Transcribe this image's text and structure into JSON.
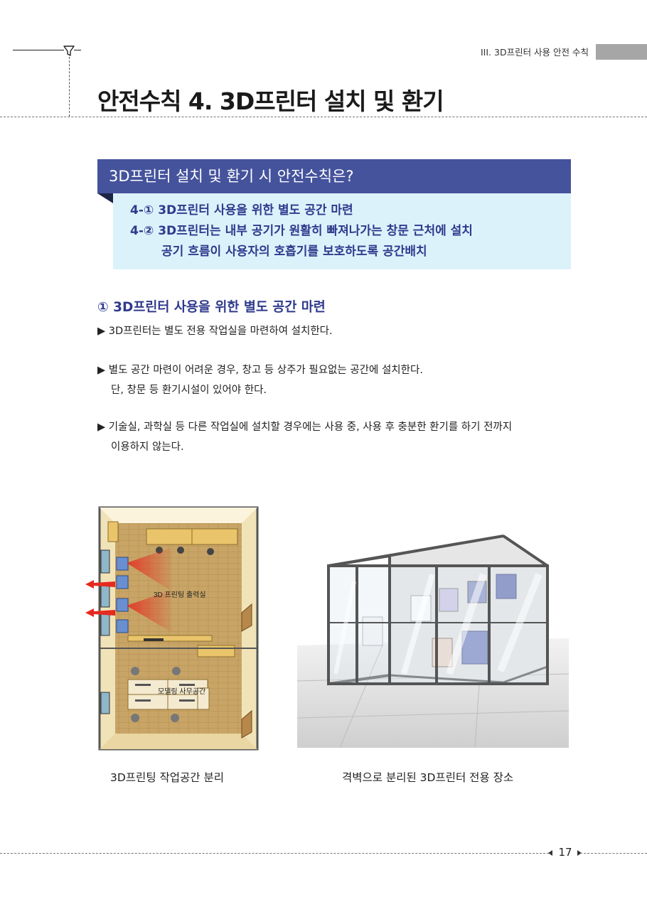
{
  "header": {
    "section_label": "III. 3D프린터 사용 안전 수칙",
    "page_title": "안전수칙 4. 3D프린터 설치 및 환기",
    "icon": "funnel-icon"
  },
  "summary_box": {
    "heading": "3D프린터 설치 및 환기 시 안전수칙은?",
    "lines": [
      "4-① 3D프린터 사용을 위한 별도 공간 마련",
      "4-② 3D프린터는 내부 공기가 원활히 빠져나가는 창문 근처에 설치",
      "공기 흐름이 사용자의 호흡기를 보호하도록 공간배치"
    ],
    "colors": {
      "header_bg": "#45539c",
      "body_bg": "#dcf2fb",
      "text": "#2f3a8c"
    }
  },
  "section": {
    "title": "① 3D프린터 사용을 위한 별도 공간 마련",
    "bullets": [
      {
        "marker": "▶",
        "lines": [
          "3D프린터는 별도 전용 작업실을 마련하여 설치한다."
        ]
      },
      {
        "marker": "▶",
        "lines": [
          "별도 공간 마련이 어려운 경우, 창고 등 상주가 필요없는 공간에 설치한다.",
          "단, 창문 등 환기시설이 있어야 한다."
        ]
      },
      {
        "marker": "▶",
        "lines": [
          "기술실, 과학실 등 다른 작업실에 설치할 경우에는 사용 중, 사용 후 충분한 환기를 하기 전까지",
          "이용하지 않는다."
        ]
      }
    ]
  },
  "figures": {
    "floorplan": {
      "room_label_top": "3D 프린팅 출력실",
      "room_label_bottom": "모델링 사무공간",
      "caption": "3D프린팅 작업공간 분리"
    },
    "enclosure": {
      "caption": "격벽으로 분리된 3D프린터 전용 장소"
    }
  },
  "footer": {
    "page_number": "17"
  }
}
